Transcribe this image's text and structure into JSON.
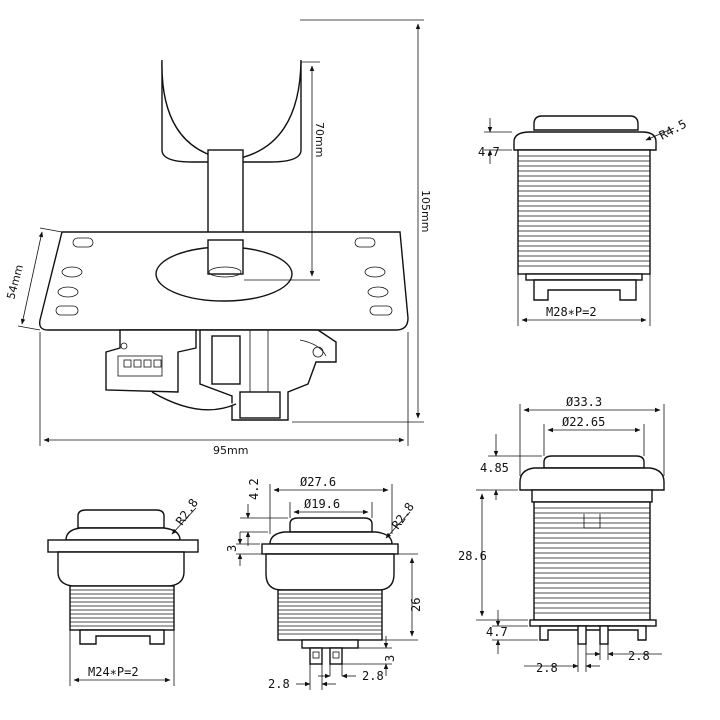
{
  "joystick": {
    "height_total": "105mm",
    "shaft_height": "70mm",
    "plate_width": "95mm",
    "plate_depth": "54mm"
  },
  "button_large": {
    "top_height": "4.7",
    "radius": "R4.5",
    "thread": "M28∗P=2"
  },
  "button_small": {
    "radius": "R2.8",
    "thread": "M24∗P=2"
  },
  "button_center": {
    "dia_outer": "Ø27.6",
    "dia_inner": "Ø19.6",
    "height_top": "4.2",
    "height_3a": "3",
    "radius": "R2.8",
    "height_body": "26",
    "height_3b": "3",
    "pin_spacing_1": "2.8",
    "pin_spacing_2": "2.8"
  },
  "button_lit": {
    "dia_outer": "Ø33.3",
    "dia_inner": "Ø22.65",
    "top_height": "4.85",
    "body_height": "28.6",
    "bottom_height": "4.7",
    "pin_spacing_1": "2.8",
    "pin_spacing_2": "2.8"
  }
}
